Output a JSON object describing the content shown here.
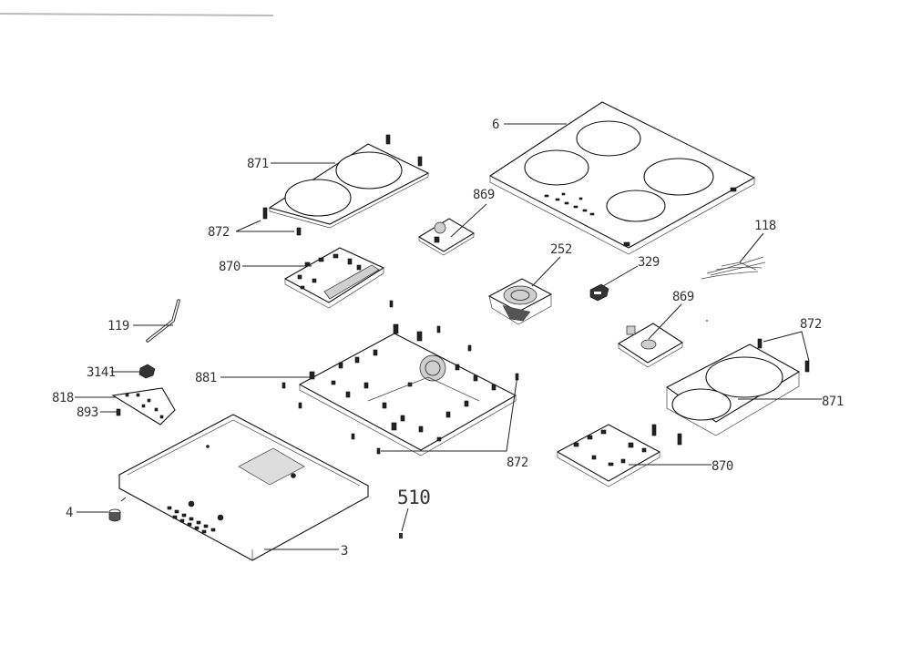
{
  "diagram": {
    "callouts": {
      "glass_top": "6",
      "zone_plate_left": "871",
      "zone_plate_right": "871",
      "spacer_left": "872",
      "spacer_right": "872",
      "spacer_main": "872",
      "power_board_left": "870",
      "power_board_right": "870",
      "filter_board_top": "869",
      "filter_board_right": "869",
      "fan": "252",
      "clip": "329",
      "wire_set": "118",
      "cable": "119",
      "main_board": "881",
      "control_part": "3141",
      "control_board": "818",
      "screw_small": "893",
      "foot": "4",
      "housing": "3",
      "screw": "510"
    }
  }
}
